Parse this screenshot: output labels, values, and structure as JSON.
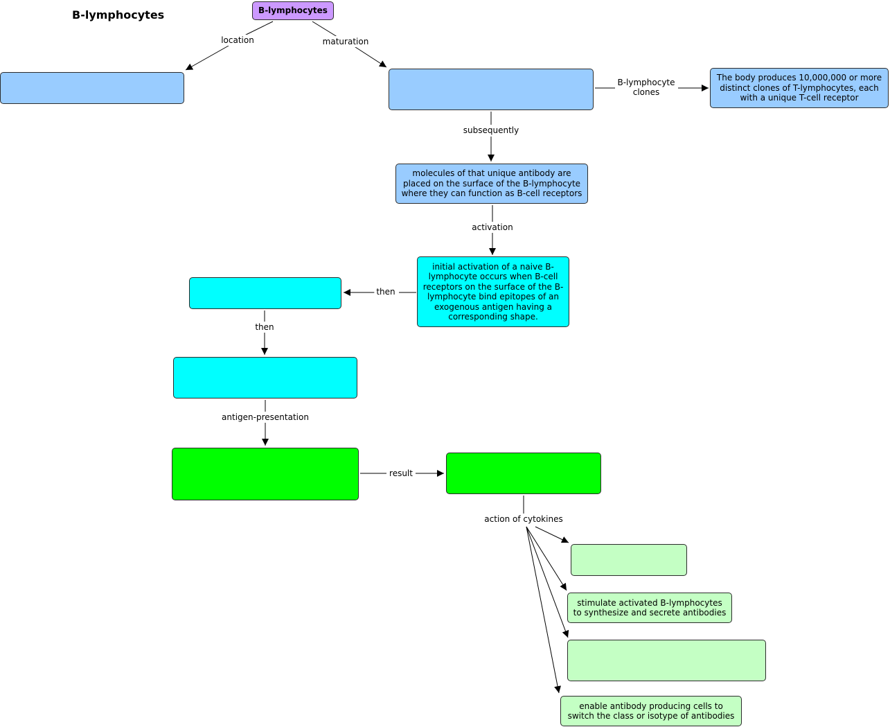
{
  "page_title": "B-lymphocytes",
  "colors": {
    "purple_node": "#cc99ff",
    "blue_node": "#99ccff",
    "cyan_node": "#00ffff",
    "green_node": "#00ff00",
    "light_green_node": "#c4ffc4"
  },
  "nodes": {
    "root": "B-lymphocytes",
    "location_target": "",
    "maturation_target": "",
    "clones_text": "The body produces 10,000,000 or more distinct clones of T-lymphocytes, each with a unique T-cell receptor",
    "surface_antibody": "molecules of that unique antibody are placed on the surface of the B-lymphocyte where they can function as B-cell receptors",
    "initial_activation": "initial activation of a naive B-lymphocyte occurs when B-cell receptors on the surface of the B-lymphocyte bind epitopes of an exogenous antigen having a corresponding shape.",
    "then_step1": "",
    "then_step2": "",
    "antigen_presentation_target": "",
    "result_target": "",
    "cytokine_effect1": "",
    "cytokine_effect2": "stimulate activated B-lymphocytes to synthesize and secrete antibodies",
    "cytokine_effect3": "",
    "cytokine_effect4": "enable antibody producing cells to switch the class or isotype of antibodies"
  },
  "links": {
    "location": "location",
    "maturation": "maturation",
    "clones": "B-lymphocyte\nclones",
    "subsequently": "subsequently",
    "activation": "activation",
    "then_left": "then",
    "then_down": "then",
    "antigen_presentation": "antigen-presentation",
    "result": "result",
    "cytokines": "action of cytokines"
  }
}
